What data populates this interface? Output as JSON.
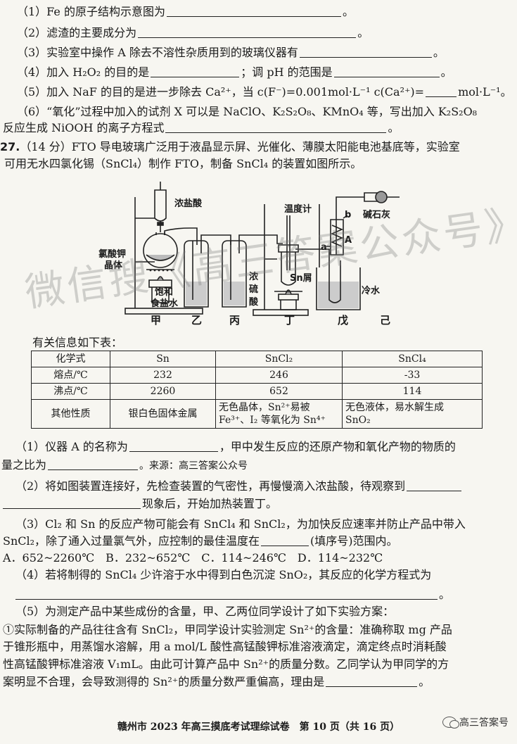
{
  "lines_top": [
    "（1）Fe 的原子结构示意图为",
    "（2）滤渣的主要成分为",
    "（3）实验室中操作 A 除去不溶性杂质用到的玻璃仪器有",
    "（4）加入 H₂O₂ 的目的是",
    "；调 pH 的范围是",
    "（5）加入 NaF 的目的是进一步除去 Ca²⁺，当 c(F⁻)=0.001mol·L⁻¹ c(Ca²⁺)=",
    "mol·L⁻¹。",
    "（6）“氧化”过程中加入的试剂 X 可以是 NaClO、K₂S₂O₈、KMnO₄ 等，写出加入 K₂S₂O₈",
    "反应生成 NiOOH 的离子方程式",
    "。"
  ],
  "q27": {
    "number": "27.",
    "intro1": "（14 分）FTO 导电玻璃广泛用于液晶显示屏、光催化、薄膜太阳能电池基底等，实验室",
    "intro2": "可用无水四氯化锡（SnCl₄）制作 FTO，制备 SnCl₄ 的装置如图所示。"
  },
  "apparatus": {
    "labels": {
      "hcl": "浓盐酸",
      "kclo3": "氯酸钾",
      "kclo3_2": "晶体",
      "nacl": "饱和",
      "nacl_2": "食盐水",
      "h2so4": "浓",
      "h2so4_2": "硫",
      "h2so4_3": "酸",
      "thermo": "温度计",
      "sn": "Sn屑",
      "lime": "碱石灰",
      "a_cap": "A",
      "a_low": "a",
      "b_low": "b",
      "water": "冷水"
    },
    "stations": [
      "甲",
      "乙",
      "丙",
      "丁",
      "戊",
      "己"
    ]
  },
  "table_intro": "有关信息如下表：",
  "table": {
    "header": [
      "化学式",
      "Sn",
      "SnCl₂",
      "SnCl₄"
    ],
    "rows": [
      [
        "熔点/℃",
        "232",
        "246",
        "-33"
      ],
      [
        "沸点/℃",
        "2260",
        "652",
        "114"
      ],
      [
        "其他性质",
        "银白色固体金属",
        "无色晶体，Sn²⁺易被",
        "无色液体，易水解生成"
      ]
    ],
    "row3_extra": [
      "Fe³⁺、I₂ 等氧化为 Sn⁴⁺",
      "SnO₂"
    ]
  },
  "questions": {
    "q1a": "（1）仪器 A 的名称为",
    "q1b": "，甲中发生反应的还原产物和氧化产物的物质的",
    "q1c": "量之比为",
    "q1d": "。来源：高三答案公众号",
    "q2a": "（2）将如图装置连接好，先检查装置的气密性，再慢慢滴入浓盐酸，待观察到",
    "q2b": "现象后，开始加热装置丁。",
    "q3a": "（3）Cl₂ 和 Sn 的反应产物可能会有 SnCl₄ 和 SnCl₂，为加快反应速率并防止产品中带入",
    "q3b": "SnCl₂，除了通入过量氯气外，应控制的最佳温度在",
    "q3c": "(填序号)范围内。",
    "q3opts": "A．652~2260℃　B．232~652℃　C．114~246℃　D．114~232℃",
    "q4a": "（4）若将制得的 SnCl₄ 少许溶于水中得到白色沉淀 SnO₂，其反应的化学方程式为",
    "q4b": "。",
    "q5a": "（5）为测定产品中某些成份的含量，甲、乙两位同学设计了如下实验方案：",
    "q5b": "①实际制备的产品往往含有 SnCl₂，甲同学设计实验测定 Sn²⁺的含量：准确称取 mg 产品",
    "q5c": "于锥形瓶中，用蒸馏水溶解，用 a mol/L 酸性高锰酸钾标准溶液滴定，滴定终点时消耗酸",
    "q5d": "性高锰酸钾标准溶液 V₁mL。由此可计算产品中 Sn²⁺的质量分数。乙同学认为甲同学的方",
    "q5e": "案明显不合理，会导致测得的 Sn²⁺的质量分数严重偏高，理由是",
    "q5f": "。"
  },
  "watermark": "微信搜《高三答案公众号》",
  "footer": "赣州市 2023 年高三摸底考试理综试卷　第 10 页（共 16 页）",
  "wechat_badge": "高三答案号"
}
